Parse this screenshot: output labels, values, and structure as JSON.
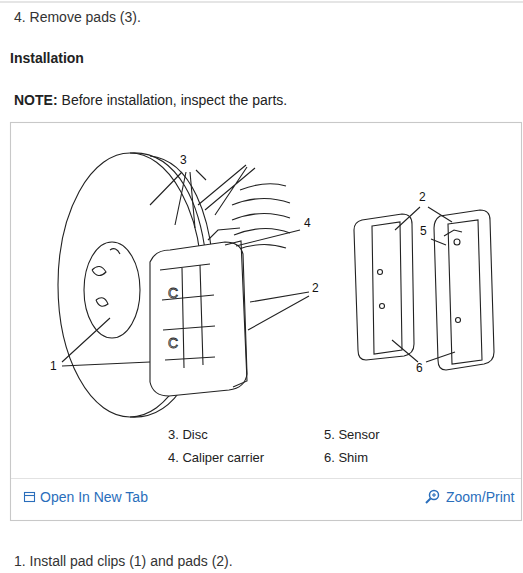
{
  "diagram": {
    "labels": [
      "4. Remove pads (3).",
      "Installation",
      "NOTE:",
      "Before installation, inspect the parts.",
      "3",
      "4",
      "2",
      "1",
      "2",
      "5",
      "6",
      "3. Disc",
      "4. Caliper carrier",
      "5. Sensor",
      "6. Shim",
      "Open In New Tab",
      "Zoom/Print",
      "1. Install pad clips (1) and pads (2)."
    ]
  }
}
